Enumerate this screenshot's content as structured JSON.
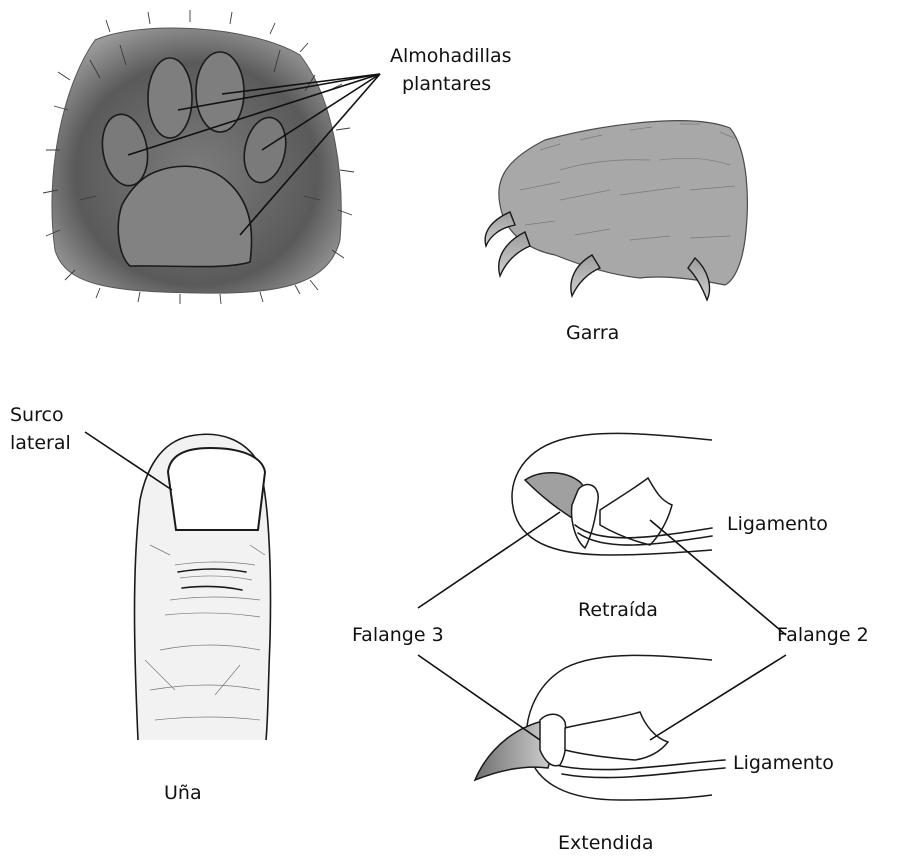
{
  "labels": {
    "almohadillas_line1": "Almohadillas",
    "almohadillas_line2": "plantares",
    "garra": "Garra",
    "surco_line1": "Surco",
    "surco_line2": "lateral",
    "una": "Uña",
    "ligamento_top": "Ligamento",
    "retraida": "Retraída",
    "falange3": "Falange 3",
    "falange2": "Falange 2",
    "ligamento_bottom": "Ligamento",
    "extendida": "Extendida"
  },
  "colors": {
    "ink": "#1a1a1a",
    "paw_fill": "#6b6b6b",
    "pad_fill": "#8a8a8a",
    "claw_fill": "#b9b9b9",
    "background": "#ffffff"
  }
}
